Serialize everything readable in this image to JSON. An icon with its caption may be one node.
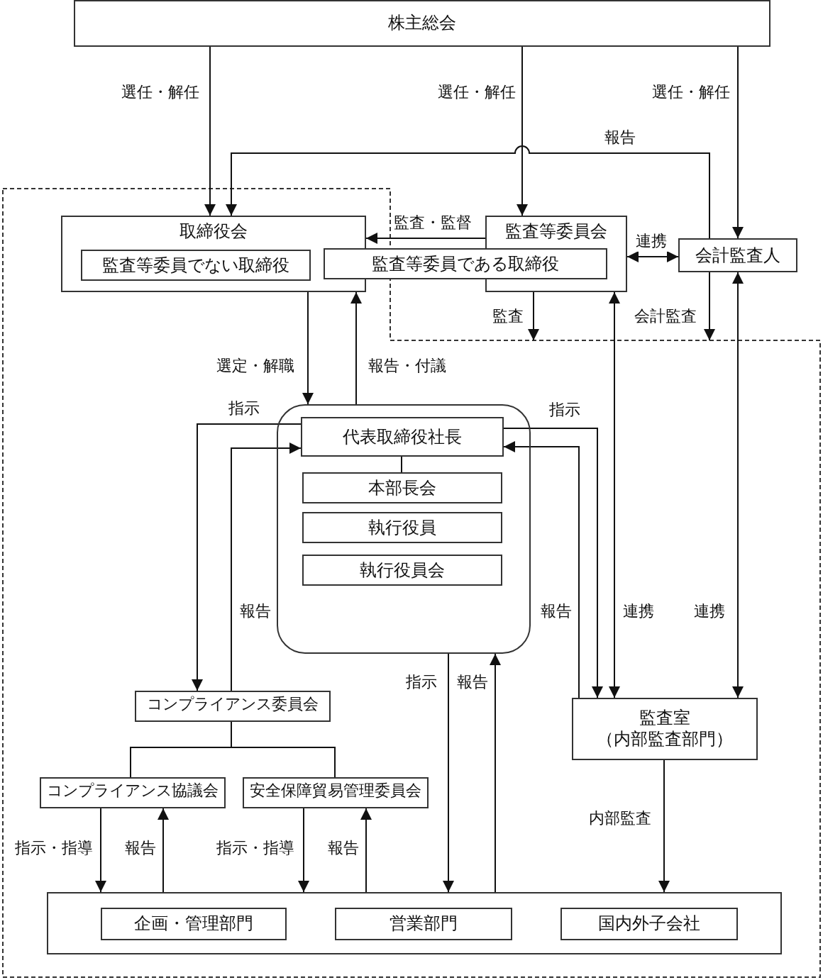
{
  "diagram": {
    "nodes": [
      {
        "text": [
          "株主総会"
        ]
      },
      {
        "text": [
          "取締役会"
        ]
      },
      {
        "text": [
          "監査等委員でない取締役"
        ],
        "in": 1
      },
      {
        "text": [
          "監査等委員会"
        ]
      },
      {
        "text": [
          "監査等委員である取締役"
        ]
      },
      {
        "text": [
          "会計監査人"
        ]
      },
      {
        "text": [],
        "shape": "box"
      },
      {
        "text": [
          "代表取締役社長"
        ],
        "in": 6
      },
      {
        "text": [
          "本部長会"
        ],
        "in": 6
      },
      {
        "text": [
          "執行役員"
        ],
        "in": 6
      },
      {
        "text": [
          "執行役員会"
        ],
        "in": 6
      },
      {
        "text": [
          "コンプライアンス委員会"
        ]
      },
      {
        "text": [
          "コンプライアンス協議会"
        ]
      },
      {
        "text": [
          "安全保障貿易管理委員会"
        ]
      },
      {
        "text": [
          "監査室",
          "（内部監査部門）"
        ]
      },
      {
        "text": [],
        "shape": "box"
      },
      {
        "text": [
          "企画・管理部門"
        ],
        "in": 15
      },
      {
        "text": [
          "営業部門"
        ],
        "in": 15
      },
      {
        "text": [
          "国内外子会社"
        ],
        "in": 15
      }
    ],
    "edges": [
      {
        "from": 0,
        "to": 1,
        "arrow": "to",
        "label": "選任・解任"
      },
      {
        "from": 0,
        "to": 3,
        "arrow": "to",
        "label": "選任・解任"
      },
      {
        "from": 0,
        "to": 5,
        "arrow": "to",
        "label": "選任・解任"
      },
      {
        "from": 5,
        "to": 1,
        "arrow": "to",
        "label": "報告"
      },
      {
        "from": 3,
        "to": 1,
        "arrow": "to",
        "label": "監査・監督"
      },
      {
        "from": 3,
        "to": 5,
        "arrow": "both",
        "label": "連携"
      },
      {
        "from": 3,
        "to": null,
        "arrow": "to",
        "label": "監査"
      },
      {
        "from": 5,
        "to": null,
        "arrow": "to",
        "label": "会計監査"
      },
      {
        "from": 1,
        "to": 6,
        "arrow": "to",
        "label": "選定・解職"
      },
      {
        "from": 6,
        "to": 1,
        "arrow": "to",
        "label": "報告・付議"
      },
      {
        "from": 7,
        "to": 11,
        "arrow": "to",
        "label": "指示"
      },
      {
        "from": 11,
        "to": 7,
        "arrow": "to",
        "label": "報告"
      },
      {
        "from": 7,
        "to": 14,
        "arrow": "to",
        "label": "指示"
      },
      {
        "from": 14,
        "to": 7,
        "arrow": "to",
        "label": "報告"
      },
      {
        "from": 3,
        "to": 14,
        "arrow": "both",
        "label": "連携"
      },
      {
        "from": 5,
        "to": 14,
        "arrow": "both",
        "label": "連携"
      },
      {
        "from": 6,
        "to": 15,
        "arrow": "to",
        "label": "指示"
      },
      {
        "from": 15,
        "to": 6,
        "arrow": "to",
        "label": "報告"
      },
      {
        "from": 11,
        "to": 12,
        "arrow": "none"
      },
      {
        "from": 11,
        "to": 13,
        "arrow": "none"
      },
      {
        "from": 12,
        "to": 15,
        "arrow": "to",
        "label": "指示・指導"
      },
      {
        "from": 15,
        "to": 12,
        "arrow": "to",
        "label": "報告"
      },
      {
        "from": 13,
        "to": 15,
        "arrow": "to",
        "label": "指示・指導"
      },
      {
        "from": 15,
        "to": 13,
        "arrow": "to",
        "label": "報告"
      },
      {
        "from": 14,
        "to": 15,
        "arrow": "to",
        "label": "内部監査"
      },
      {
        "from": 7,
        "to": 8,
        "arrow": "none"
      }
    ]
  }
}
